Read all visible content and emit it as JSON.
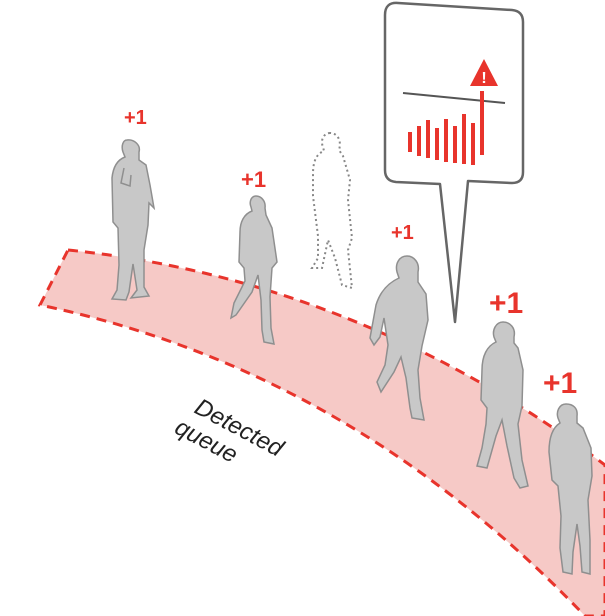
{
  "colors": {
    "queue_fill": "#f6c9c6",
    "queue_stroke": "#e8342c",
    "accent": "#e8342c",
    "person_fill": "#c8c8c8",
    "person_outline": "#9a9a9a",
    "bubble_stroke": "#666666",
    "text": "#222222"
  },
  "queue": {
    "label_line1": "Detected",
    "label_line2": "queue"
  },
  "people": [
    {
      "id": "person-1",
      "count_label": "+1",
      "counted": true
    },
    {
      "id": "person-2",
      "count_label": "+1",
      "counted": true
    },
    {
      "id": "person-3",
      "count_label": "",
      "counted": false
    },
    {
      "id": "person-4",
      "count_label": "+1",
      "counted": true
    },
    {
      "id": "person-5",
      "count_label": "+1",
      "counted": true
    },
    {
      "id": "person-6",
      "count_label": "+1",
      "counted": true
    }
  ],
  "callout": {
    "icon": "warning-triangle-icon",
    "icon_glyph": "!",
    "chart": "bar-chart-icon",
    "threshold_exceeded": true
  }
}
